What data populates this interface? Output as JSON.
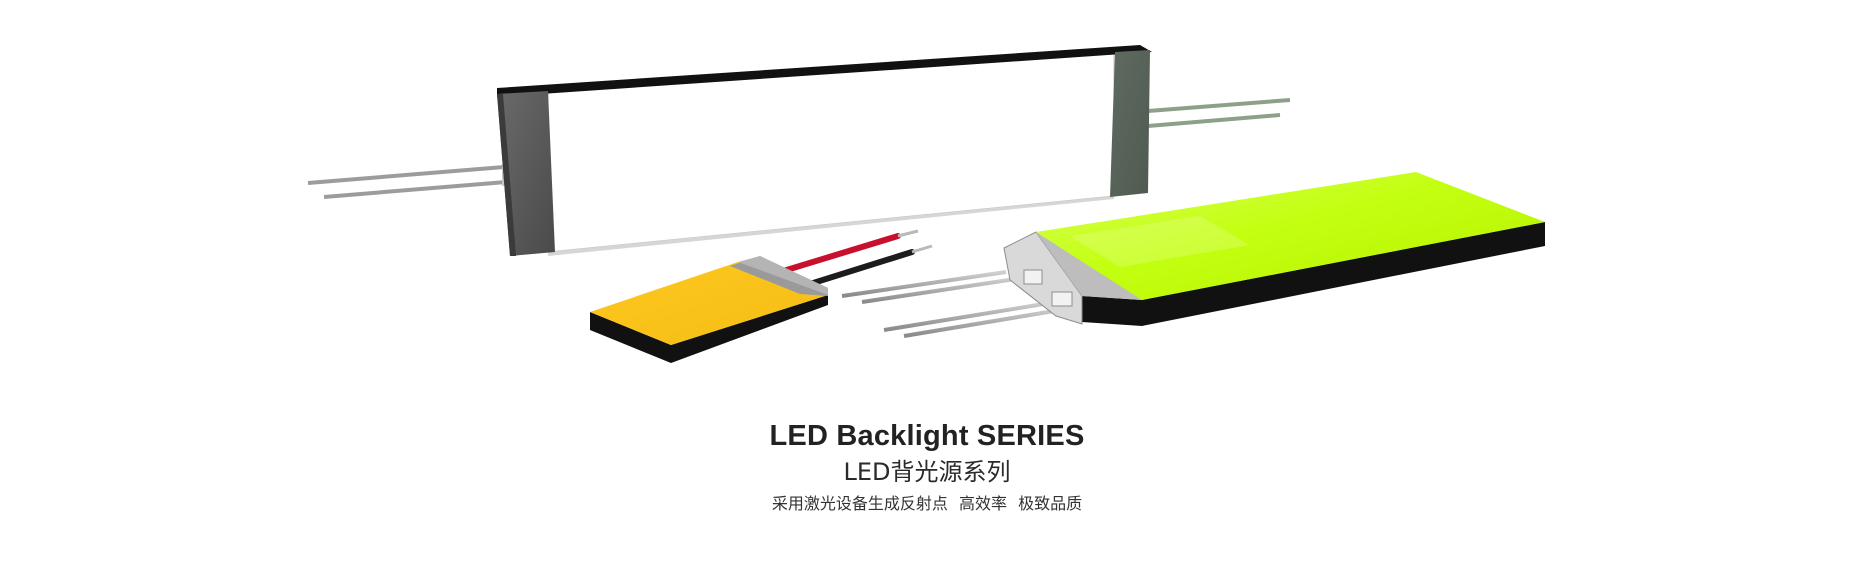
{
  "hero": {
    "products": [
      {
        "name": "bar-backlight",
        "color": "#ffffff"
      },
      {
        "name": "small-amber-backlight",
        "color": "#f9c21b"
      },
      {
        "name": "large-green-backlight",
        "color": "#c1ff0c"
      }
    ],
    "colors": {
      "housing_dark": "#111111",
      "housing_gray": "#5b5b5b",
      "pin": "#a8a8a8",
      "wire_red": "#c8102e",
      "wire_black": "#1c1c1c"
    }
  },
  "caption": {
    "title_en": "LED Backlight SERIES",
    "title_cn": "LED背光源系列",
    "tagline": "采用激光设备生成反射点  高效率  极致品质"
  }
}
